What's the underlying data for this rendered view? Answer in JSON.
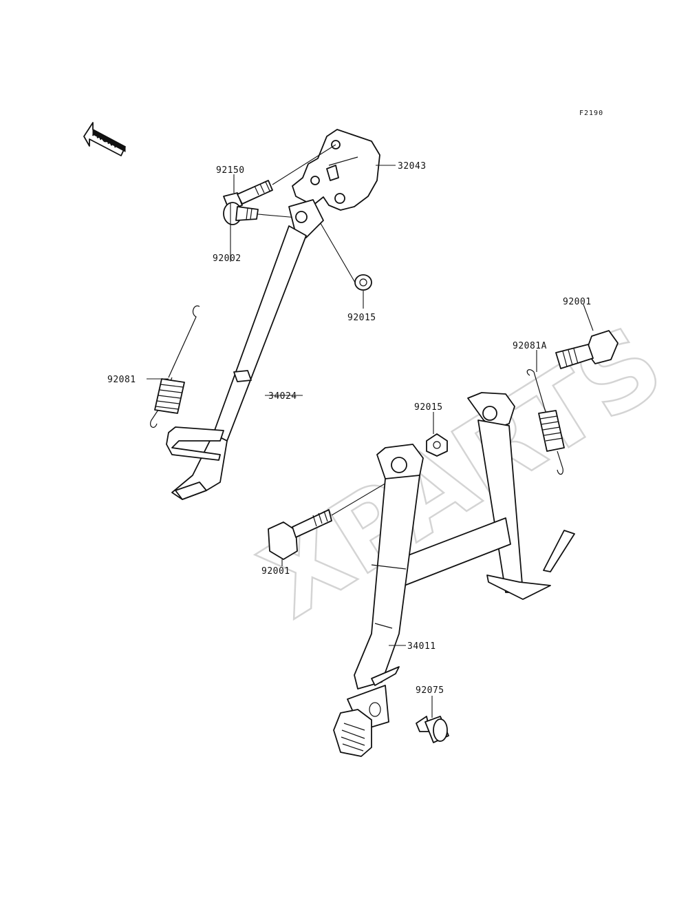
{
  "figure_code": "F2190",
  "front_arrow_label": "FRONT",
  "watermark": "XPARTS",
  "callouts": [
    {
      "id": "label-92150",
      "text": "92150"
    },
    {
      "id": "label-32043",
      "text": "32043"
    },
    {
      "id": "label-92002",
      "text": "92002"
    },
    {
      "id": "label-92015-upper",
      "text": "92015"
    },
    {
      "id": "label-92081",
      "text": "92081"
    },
    {
      "id": "label-34024",
      "text": "34024"
    },
    {
      "id": "label-92001-right",
      "text": "92001"
    },
    {
      "id": "label-92081A",
      "text": "92081A"
    },
    {
      "id": "label-92015-lower",
      "text": "92015"
    },
    {
      "id": "label-92001-left",
      "text": "92001"
    },
    {
      "id": "label-34011",
      "text": "34011"
    },
    {
      "id": "label-92075",
      "text": "92075"
    }
  ]
}
